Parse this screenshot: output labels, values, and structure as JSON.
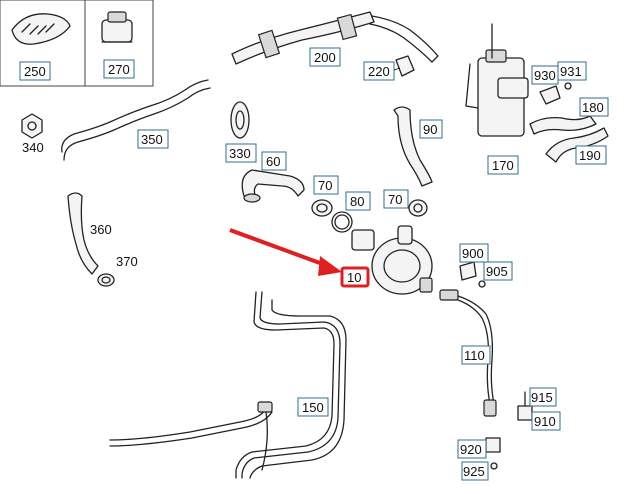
{
  "diagram": {
    "accent_color": "#e02020",
    "highlighted_part": "10",
    "parts": {
      "p10": "10",
      "p60": "60",
      "p70a": "70",
      "p70b": "70",
      "p80": "80",
      "p90": "90",
      "p110": "110",
      "p150": "150",
      "p170": "170",
      "p180": "180",
      "p190": "190",
      "p200": "200",
      "p220": "220",
      "p250": "250",
      "p270": "270",
      "p330": "330",
      "p340": "340",
      "p350": "350",
      "p360": "360",
      "p370": "370",
      "p900": "900",
      "p905": "905",
      "p910": "910",
      "p915": "915",
      "p920": "920",
      "p925": "925",
      "p930": "930",
      "p931": "931"
    }
  }
}
